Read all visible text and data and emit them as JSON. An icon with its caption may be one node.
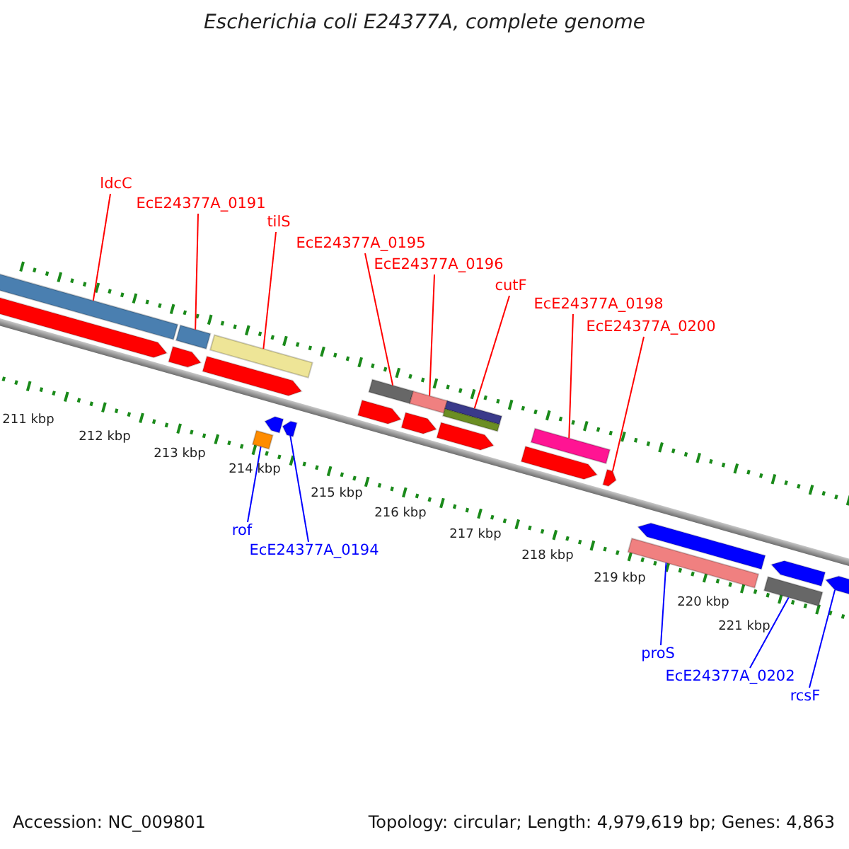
{
  "diagram": {
    "title": "Escherichia coli E24377A, complete genome",
    "nodes": [
      {
        "text": [
          "ldcC"
        ]
      },
      {
        "text": [
          "EcE24377A_0191"
        ]
      },
      {
        "text": [
          "tilS"
        ]
      },
      {
        "text": [
          "EcE24377A_0195"
        ]
      },
      {
        "text": [
          "EcE24377A_0196"
        ]
      },
      {
        "text": [
          "cutF"
        ]
      },
      {
        "text": [
          "EcE24377A_0198"
        ]
      },
      {
        "text": [
          "EcE24377A_0200"
        ]
      },
      {
        "text": [
          "rof"
        ]
      },
      {
        "text": [
          "EcE24377A_0194"
        ]
      },
      {
        "text": [
          "proS"
        ]
      },
      {
        "text": [
          "EcE24377A_0202"
        ]
      },
      {
        "text": [
          "rcsF"
        ]
      },
      {
        "text": [],
        "shape": "bar"
      },
      {
        "text": [],
        "shape": "bar"
      },
      {
        "text": [],
        "shape": "bar"
      },
      {
        "text": [],
        "shape": "bar"
      },
      {
        "text": [],
        "shape": "bar"
      },
      {
        "text": [],
        "shape": "bar"
      },
      {
        "text": [],
        "shape": "bar"
      },
      {
        "text": [],
        "shape": "bar"
      },
      {
        "text": [],
        "shape": "bar"
      },
      {
        "text": [],
        "shape": "bar"
      },
      {
        "text": [],
        "shape": "bar"
      },
      {
        "text": [],
        "shape": "bar"
      },
      {
        "text": [],
        "shape": "bar"
      }
    ],
    "edges": [
      {
        "from": 0,
        "to": 13,
        "arrow": "none",
        "color": "#ff0000"
      },
      {
        "from": 1,
        "to": 14,
        "arrow": "none",
        "color": "#ff0000"
      },
      {
        "from": 2,
        "to": 15,
        "arrow": "none",
        "color": "#ff0000"
      },
      {
        "from": 3,
        "to": 16,
        "arrow": "none",
        "color": "#ff0000"
      },
      {
        "from": 4,
        "to": 17,
        "arrow": "none",
        "color": "#ff0000"
      },
      {
        "from": 5,
        "to": 18,
        "arrow": "none",
        "color": "#ff0000"
      },
      {
        "from": 6,
        "to": 19,
        "arrow": "none",
        "color": "#ff0000"
      },
      {
        "from": 7,
        "to": 20,
        "arrow": "none",
        "color": "#ff0000"
      },
      {
        "from": 8,
        "to": 21,
        "arrow": "none",
        "color": "#0000ff"
      },
      {
        "from": 9,
        "to": 22,
        "arrow": "none",
        "color": "#0000ff"
      },
      {
        "from": 10,
        "to": 23,
        "arrow": "none",
        "color": "#0000ff"
      },
      {
        "from": 11,
        "to": 24,
        "arrow": "none",
        "color": "#0000ff"
      },
      {
        "from": 12,
        "to": 25,
        "arrow": "none",
        "color": "#0000ff"
      }
    ],
    "labels": [
      "211 kbp",
      "212 kbp",
      "213 kbp",
      "214 kbp",
      "215 kbp",
      "216 kbp",
      "217 kbp",
      "218 kbp",
      "219 kbp",
      "220 kbp",
      "221 kbp",
      "Accession: NC_009801",
      "Topology: circular; Length: 4,979,619 bp; Genes: 4,863"
    ]
  }
}
